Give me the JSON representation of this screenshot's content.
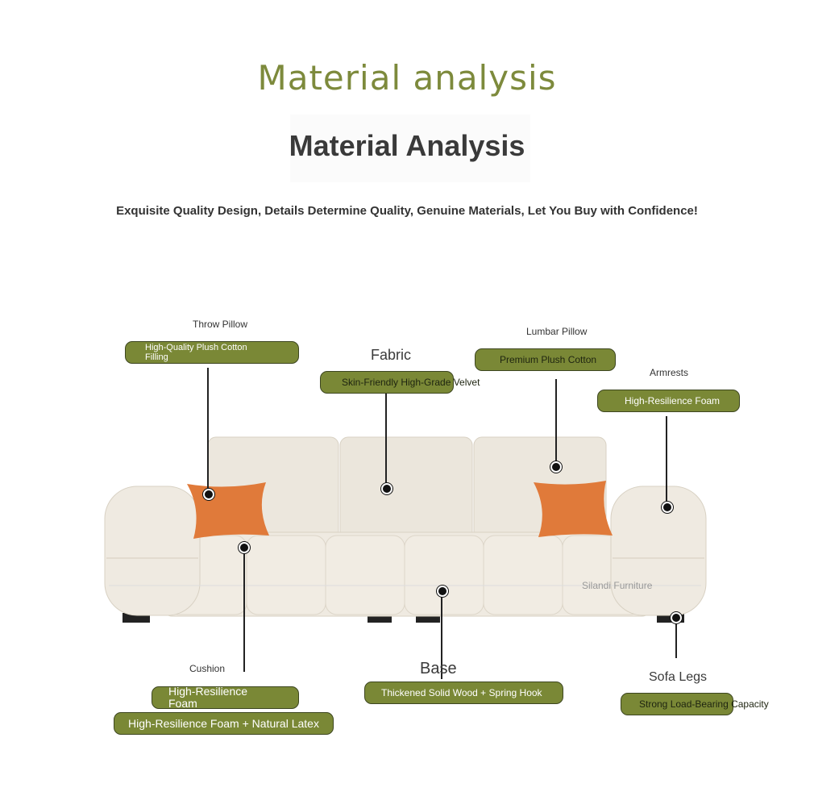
{
  "header": {
    "title_script": "Material analysis",
    "title_main": "Material Analysis",
    "subtitle": "Exquisite Quality Design, Details Determine Quality, Genuine Materials, Let You Buy with Confidence!"
  },
  "callouts": {
    "throw_pillow": {
      "label": "Throw Pillow",
      "value": "High-Quality Plush Cotton Filling"
    },
    "fabric": {
      "label": "Fabric",
      "value": "Skin-Friendly High-Grade Velvet"
    },
    "lumbar_pillow": {
      "label": "Lumbar Pillow",
      "value": "Premium Plush Cotton"
    },
    "armrests": {
      "label": "Armrests",
      "value": "High-Resilience Foam"
    },
    "cushion": {
      "label": "Cushion",
      "value": "High-Resilience Foam",
      "value2": "High-Resilience Foam + Natural Latex"
    },
    "base": {
      "label": "Base",
      "value": "Thickened Solid Wood + Spring Hook"
    },
    "sofa_legs": {
      "label": "Sofa Legs",
      "value": "Strong Load-Bearing Capacity"
    }
  },
  "watermark": "Silandi Furniture",
  "colors": {
    "accent": "#7a8836",
    "title_green": "#7d8a3c",
    "sofa": "#ece7dd",
    "pillow": "#e07a3a"
  }
}
